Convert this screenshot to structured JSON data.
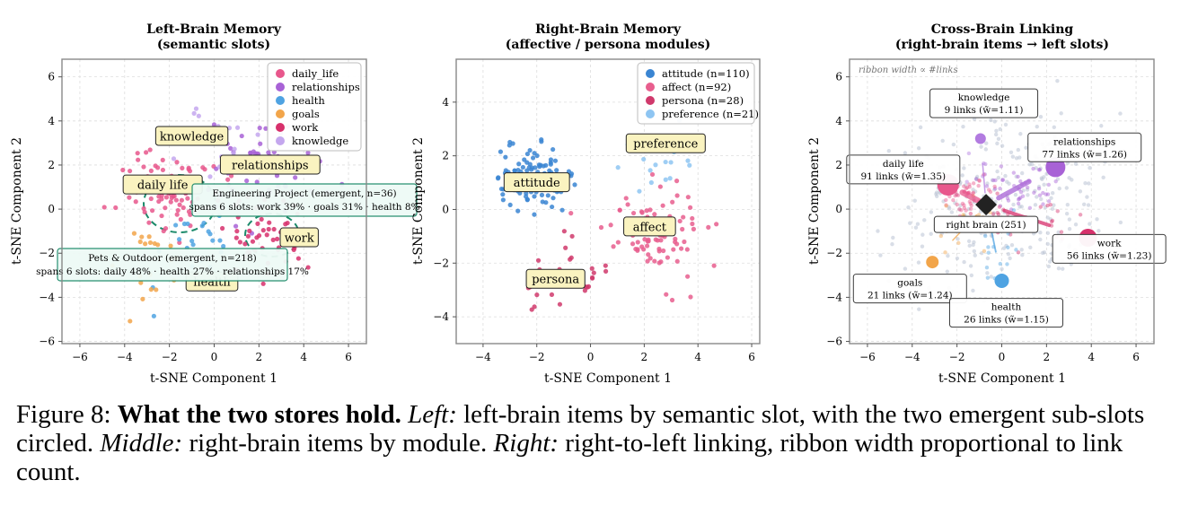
{
  "caption": {
    "figure_label": "Figure 8:",
    "bold": "What the two stores hold.",
    "left_label": "Left:",
    "left_text": "left-brain items by semantic slot, with the two emergent sub-slots circled.",
    "middle_label": "Middle:",
    "middle_text": "right-brain items by module.",
    "right_label": "Right:",
    "right_text": "right-to-left linking, ribbon width proportional to link count."
  },
  "chart_data": [
    {
      "type": "scatter",
      "title": "Left-Brain Memory",
      "subtitle": "(semantic slots)",
      "xlabel": "t-SNE Component 1",
      "ylabel": "t-SNE Component 2",
      "xlim": [
        -6.8,
        6.8
      ],
      "ylim": [
        -6.1,
        6.8
      ],
      "xticks": [
        "−6",
        "−4",
        "−2",
        "0",
        "2",
        "4",
        "6"
      ],
      "yticks": [
        "−6",
        "−4",
        "−2",
        "0",
        "2",
        "4",
        "6"
      ],
      "grid": true,
      "legend_position": "top-right",
      "series": [
        {
          "name": "daily_life",
          "color": "#e8578c",
          "n": 90,
          "center": [
            -2.0,
            1.0
          ],
          "spread": [
            1.1,
            1.0
          ]
        },
        {
          "name": "relationships",
          "color": "#a862d6",
          "n": 75,
          "center": [
            2.4,
            2.0
          ],
          "spread": [
            1.2,
            1.0
          ]
        },
        {
          "name": "health",
          "color": "#4fa3e2",
          "n": 25,
          "center": [
            -0.8,
            -2.0
          ],
          "spread": [
            1.0,
            1.0
          ]
        },
        {
          "name": "goals",
          "color": "#f2a54a",
          "n": 20,
          "center": [
            -3.0,
            -2.3
          ],
          "spread": [
            0.9,
            0.9
          ]
        },
        {
          "name": "work",
          "color": "#d7306c",
          "n": 50,
          "center": [
            2.5,
            -1.3
          ],
          "spread": [
            0.9,
            0.9
          ]
        },
        {
          "name": "knowledge",
          "color": "#c4a7ee",
          "n": 20,
          "center": [
            -0.5,
            3.0
          ],
          "spread": [
            0.9,
            0.9
          ]
        }
      ],
      "annotations": [
        {
          "text": "knowledge",
          "x": -1.0,
          "y": 3.3
        },
        {
          "text": "relationships",
          "x": 2.5,
          "y": 2.0
        },
        {
          "text": "daily life",
          "x": -2.3,
          "y": 1.1
        },
        {
          "text": "work",
          "x": 3.8,
          "y": -1.3
        },
        {
          "text": "health",
          "x": -0.1,
          "y": -3.3
        }
      ],
      "emergent_boxes": [
        {
          "line1": "Engineering Project  (emergent, n=36)",
          "line2": "spans 6 slots:  work 39% · goals 31% · health 8%"
        },
        {
          "line1": "Pets & Outdoor  (emergent, n=218)",
          "line2": "spans 6 slots:  daily 48% · health 27% · relationships 17%"
        }
      ]
    },
    {
      "type": "scatter",
      "title": "Right-Brain Memory",
      "subtitle": "(affective / persona modules)",
      "xlabel": "t-SNE Component 1",
      "ylabel": "t-SNE Component 2",
      "xlim": [
        -5.0,
        6.3
      ],
      "ylim": [
        -5.0,
        5.6
      ],
      "xticks": [
        "−4",
        "−2",
        "0",
        "2",
        "4",
        "6"
      ],
      "yticks": [
        "−4",
        "−2",
        "0",
        "2",
        "4"
      ],
      "grid": true,
      "legend_position": "top-right",
      "series": [
        {
          "name": "attitude  (n=110)",
          "color": "#3a85d2",
          "n": 110,
          "center": [
            -2.2,
            1.1
          ],
          "spread": [
            0.7,
            0.6
          ]
        },
        {
          "name": "affect  (n=92)",
          "color": "#e85e8e",
          "n": 92,
          "center": [
            2.4,
            -0.7
          ],
          "spread": [
            0.9,
            0.8
          ]
        },
        {
          "name": "persona  (n=28)",
          "color": "#d0396c",
          "n": 28,
          "center": [
            -0.8,
            -2.5
          ],
          "spread": [
            0.9,
            0.8
          ]
        },
        {
          "name": "preference  (n=21)",
          "color": "#8ec5f2",
          "n": 21,
          "center": [
            2.5,
            2.0
          ],
          "spread": [
            0.8,
            0.6
          ]
        }
      ],
      "annotations": [
        {
          "text": "attitude",
          "x": -2.0,
          "y": 1.0
        },
        {
          "text": "preference",
          "x": 2.8,
          "y": 2.45
        },
        {
          "text": "affect",
          "x": 2.2,
          "y": -0.65
        },
        {
          "text": "persona",
          "x": -1.3,
          "y": -2.6
        }
      ]
    },
    {
      "type": "scatter",
      "title": "Cross-Brain Linking",
      "subtitle": "(right-brain items  → left slots)",
      "xlabel": "t-SNE Component 1",
      "ylabel": "t-SNE Component 2",
      "xlim": [
        -6.8,
        6.8
      ],
      "ylim": [
        -6.1,
        6.8
      ],
      "xticks": [
        "−6",
        "−4",
        "−2",
        "0",
        "2",
        "4",
        "6"
      ],
      "yticks": [
        "−6",
        "−4",
        "−2",
        "0",
        "2",
        "4",
        "6"
      ],
      "grid": true,
      "corner_note": "ribbon width  ∝  #links",
      "hub": {
        "label": "right brain (251)",
        "x": -0.7,
        "y": 0.2,
        "color": "#222222"
      },
      "targets": [
        {
          "name": "knowledge",
          "line1": "knowledge",
          "line2": "9 links  (w̃=1.11)",
          "x": -0.95,
          "y": 3.2,
          "color": "#b27be0",
          "size": 6,
          "label_x": -0.8,
          "label_y": 4.8,
          "links": 9
        },
        {
          "name": "relationships",
          "line1": "relationships",
          "line2": "77 links  (w̃=1.26)",
          "x": 2.4,
          "y": 1.9,
          "color": "#a862d6",
          "size": 11,
          "label_x": 3.7,
          "label_y": 2.8,
          "links": 77
        },
        {
          "name": "daily life",
          "line1": "daily life",
          "line2": "91 links  (w̃=1.35)",
          "x": -2.4,
          "y": 1.1,
          "color": "#e8578c",
          "size": 12,
          "label_x": -4.4,
          "label_y": 1.8,
          "links": 91
        },
        {
          "name": "work",
          "line1": "work",
          "line2": "56 links  (w̃=1.23)",
          "x": 3.85,
          "y": -1.3,
          "color": "#d7306c",
          "size": 10,
          "label_x": 4.8,
          "label_y": -1.8,
          "links": 56
        },
        {
          "name": "goals",
          "line1": "goals",
          "line2": "21 links  (w̃=1.24)",
          "x": -3.1,
          "y": -2.4,
          "color": "#f2a54a",
          "size": 7,
          "label_x": -4.1,
          "label_y": -3.6,
          "links": 21
        },
        {
          "name": "health",
          "line1": "health",
          "line2": "26 links  (w̃=1.15)",
          "x": 0.0,
          "y": -3.25,
          "color": "#4fa3e2",
          "size": 8,
          "label_x": 0.2,
          "label_y": -4.7,
          "links": 26
        }
      ]
    }
  ]
}
